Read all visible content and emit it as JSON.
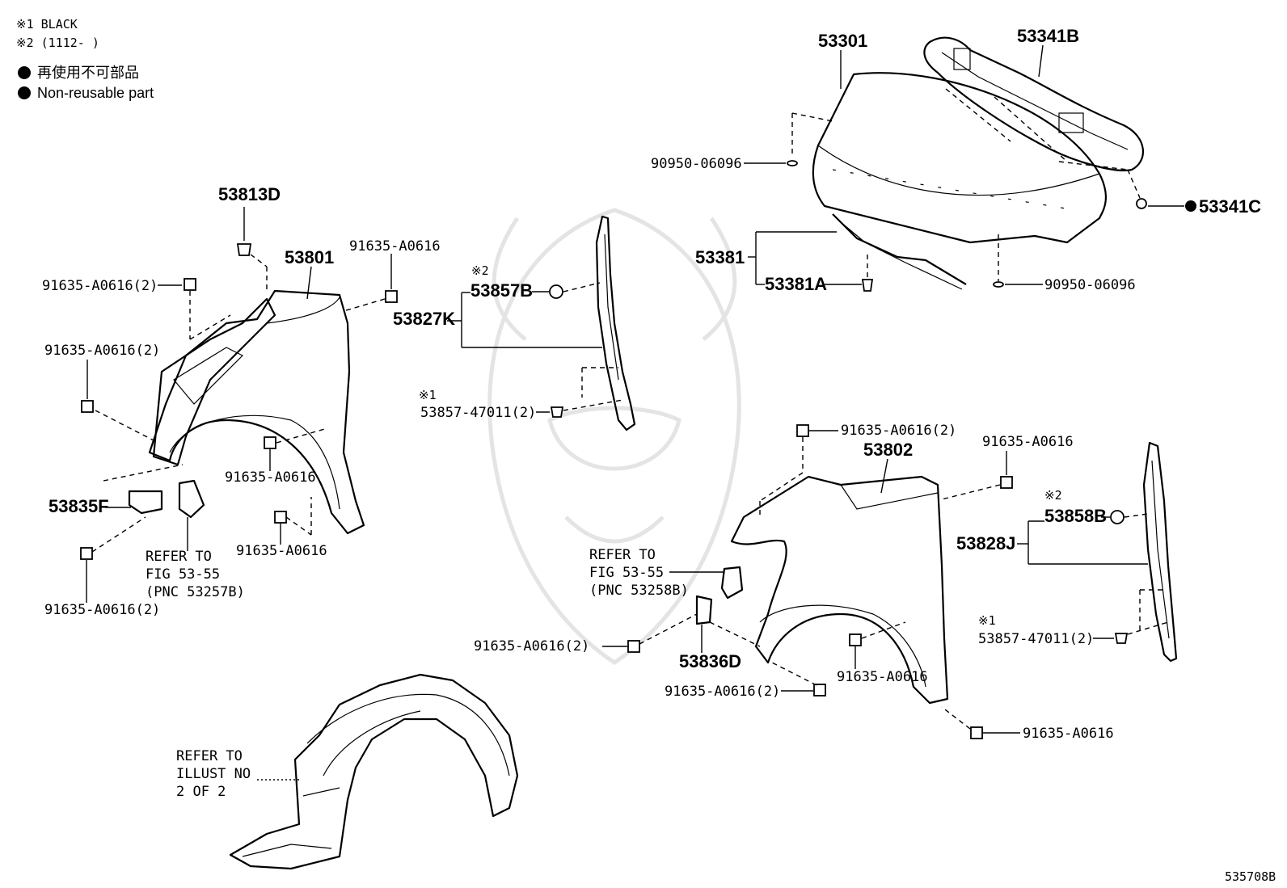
{
  "legend": {
    "note1": "※1  BLACK",
    "note2": "※2 (1112-      )",
    "jp_line": "再使用不可部品",
    "en_line": "Non-reusable part"
  },
  "figure_id": "535708B",
  "callouts": {
    "p53301": "53301",
    "p53341B": "53341B",
    "p53341C": "53341C",
    "p90950_top": "90950-06096",
    "p90950_bottom": "90950-06096",
    "p53381": "53381",
    "p53381A": "53381A",
    "p53813D": "53813D",
    "p53801": "53801",
    "l_bolt_top": "91635-A0616(2)",
    "l_bolt_fender": "91635-A0616",
    "l_bolt_mid": "91635-A0616(2)",
    "l_bolt_arch": "91635-A0616",
    "l_bolt_arch_low": "91635-A0616",
    "l_bolt_bottom": "91635-A0616(2)",
    "p53835F": "53835F",
    "l_refer": "REFER TO",
    "l_fig": "FIG 53-55",
    "l_pnc": "(PNC 53257B)",
    "note2_l": "※2",
    "p53857B": "53857B",
    "p53827K": "53827K",
    "note1_l": "※1",
    "p53857_l": "53857-47011(2)",
    "r_bolt_top": "91635-A0616(2)",
    "p53802": "53802",
    "r_bolt_fender": "91635-A0616",
    "note2_r": "※2",
    "p53858B": "53858B",
    "p53828J": "53828J",
    "r_refer": "REFER TO",
    "r_fig": "FIG 53-55",
    "r_pnc": "(PNC 53258B)",
    "r_bolt_bracket": "91635-A0616(2)",
    "p53836D": "53836D",
    "note1_r": "※1",
    "p53857_r": "53857-47011(2)",
    "r_bolt_arch": "91635-A0616",
    "r_bolt_low": "91635-A0616(2)",
    "r_bolt_bottom": "91635-A0616",
    "liner_refer": "REFER TO",
    "liner_illust": "ILLUST NO",
    "liner_of": "2 OF 2"
  }
}
